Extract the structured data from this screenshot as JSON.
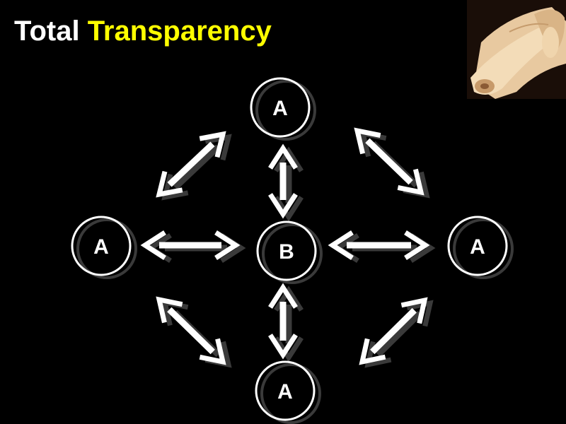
{
  "title": {
    "part1": "Total",
    "part2": "Transparency"
  },
  "colors": {
    "title_white": "#ffffff",
    "title_accent": "#ffff00",
    "shape": "#ffffff",
    "shadow": "#3a3a3a"
  },
  "image": {
    "icon": "paper-scroll-icon"
  },
  "nodes": {
    "top": "A",
    "left": "A",
    "center": "B",
    "right": "A",
    "bottom": "A"
  }
}
